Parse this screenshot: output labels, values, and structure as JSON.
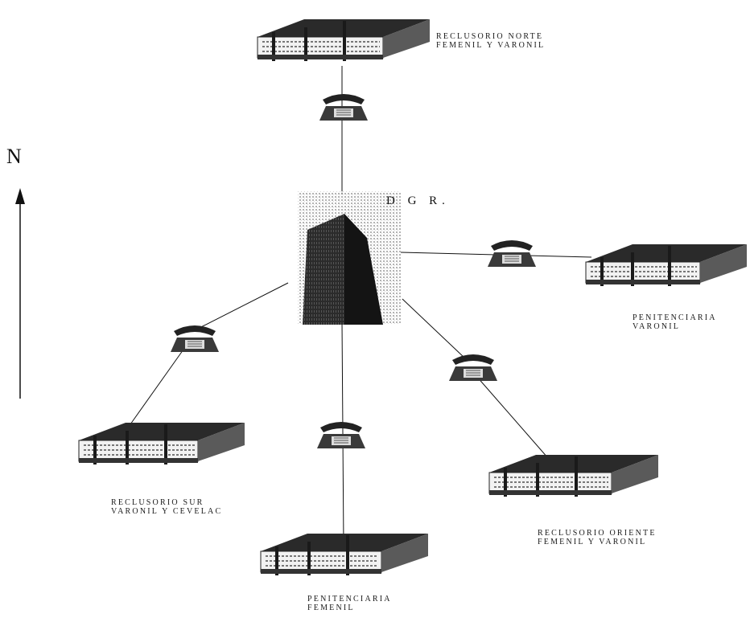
{
  "north": {
    "letter": "N"
  },
  "hub": {
    "label": "D G R.",
    "icon": "office-tower-icon"
  },
  "sites": [
    {
      "id": "norte",
      "lines": [
        "RECLUSORIO NORTE",
        "FEMENIL Y VARONIL"
      ],
      "icon": "prison-building-icon"
    },
    {
      "id": "pen-varonil",
      "lines": [
        "PENITENCIARIA",
        "VARONIL"
      ],
      "icon": "prison-building-icon"
    },
    {
      "id": "sur",
      "lines": [
        "RECLUSORIO SUR",
        "VARONIL Y CEVELAC"
      ],
      "icon": "prison-building-icon"
    },
    {
      "id": "pen-femenil",
      "lines": [
        "PENITENCIARIA",
        "FEMENIL"
      ],
      "icon": "prison-building-icon"
    },
    {
      "id": "oriente",
      "lines": [
        "RECLUSORIO ORIENTE",
        "FEMENIL Y VARONIL"
      ],
      "icon": "prison-building-icon"
    }
  ],
  "link_icon": "telephone-icon",
  "colors": {
    "ink": "#111111",
    "building_roof": "#2a2a2a",
    "hub_texture": "#bdbdbd"
  }
}
